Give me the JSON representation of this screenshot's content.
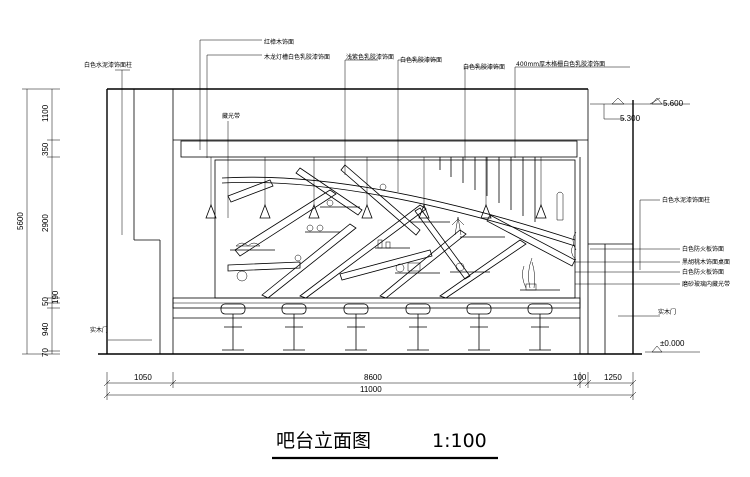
{
  "title": "吧台立面图",
  "scale": "1:100",
  "labels": {
    "top_left_col": "白色水泥漆饰面柱",
    "red_wood": "红樟木饰面",
    "wood_keel": "木龙灯槽白色乳胶漆饰面",
    "light_color": "浅紫色乳胶漆饰面",
    "white_latex_1": "白色乳胶漆饰面",
    "white_latex_2": "白色乳胶漆饰面",
    "grid_latex": "400mm厚木格栅白色乳胶漆饰面",
    "light_slot": "藏光带",
    "right_col": "白色水泥漆饰面柱",
    "fireproof_1": "白色防火板饰面",
    "black_walnut": "黑胡桃木饰面桌面",
    "fireproof_2": "白色防火板饰面",
    "frosted_glass": "磨砂玻璃内藏光带",
    "door_left": "实木门",
    "door_right": "实木门"
  },
  "elev": {
    "e5600": "5.600",
    "e5300": "5.300",
    "e0": "±0.000"
  },
  "vdims": [
    "1100",
    "350",
    "2900",
    "5600",
    "50",
    "190",
    "940",
    "70"
  ],
  "hdims": [
    "1050",
    "8600",
    "100",
    "1250",
    "11000"
  ]
}
